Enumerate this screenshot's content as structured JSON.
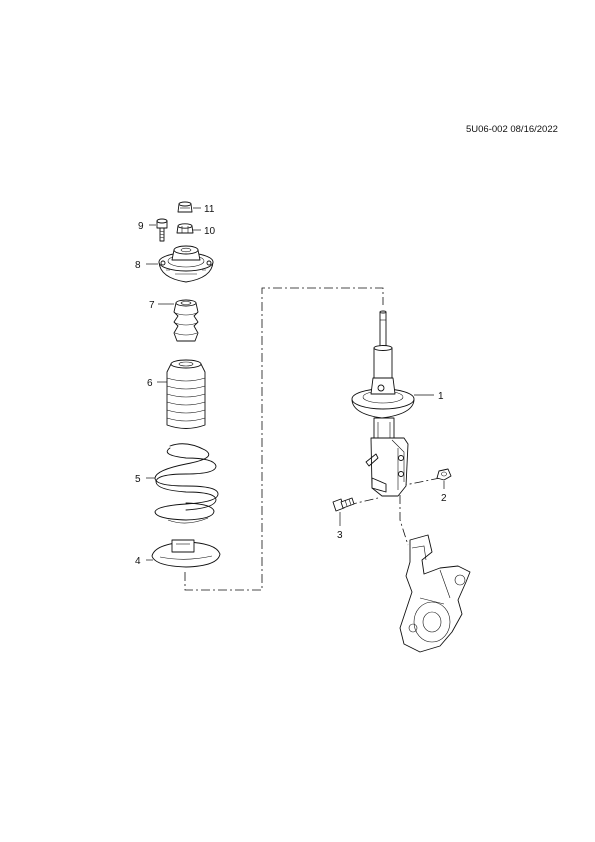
{
  "drawing_ref": "5U06-002 08/16/2022",
  "callouts": [
    "1",
    "2",
    "3",
    "4",
    "5",
    "6",
    "7",
    "8",
    "9",
    "10",
    "11"
  ]
}
